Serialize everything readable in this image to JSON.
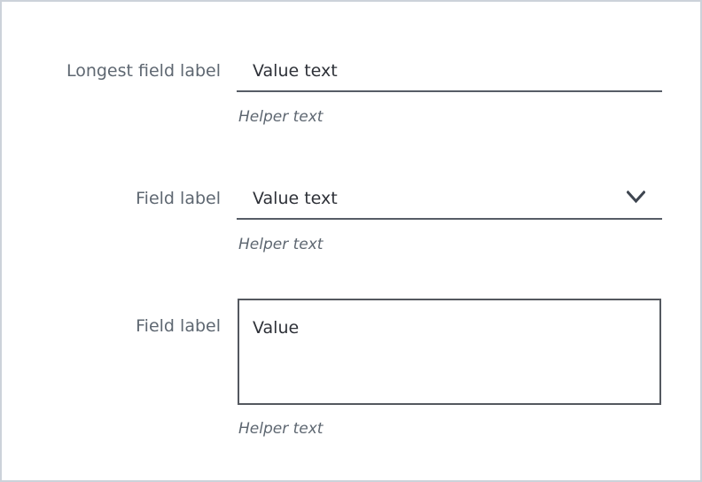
{
  "form": {
    "fields": [
      {
        "type": "text-input",
        "label": "Longest field label",
        "value": "Value text",
        "helper": "Helper text"
      },
      {
        "type": "select",
        "label": "Field label",
        "value": "Value text",
        "helper": "Helper text",
        "icon": "chevron-down-icon"
      },
      {
        "type": "textarea",
        "label": "Field label",
        "value": "Value",
        "helper": "Helper text"
      }
    ]
  },
  "colors": {
    "label_text": "#5e6771",
    "value_text": "#2e3138",
    "helper_text": "#5e6771",
    "underline": "#575d66",
    "textarea_border": "#54585f",
    "chevron": "#3e4550",
    "page_border": "#ccd2da",
    "background": "#ffffff"
  }
}
